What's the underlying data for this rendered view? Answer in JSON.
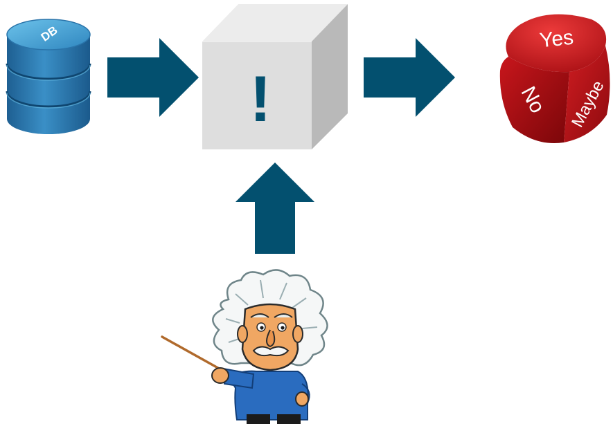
{
  "diagram": {
    "database": {
      "label": "DB"
    },
    "black_box": {
      "symbol": "!"
    },
    "decision_die": {
      "faces": [
        "Yes",
        "No",
        "Maybe"
      ]
    },
    "expert": {
      "description_icon": "scientist-pointing-icon"
    },
    "colors": {
      "arrow": "#03506f",
      "db_body": "#2a7ab0",
      "db_highlight": "#5fb3de",
      "cube_front": "#dedede",
      "cube_top": "#ececec",
      "cube_side": "#b9b9b9",
      "die_red": "#c4161c",
      "coat_blue": "#2a6cbf",
      "skin": "#f0a763"
    }
  }
}
